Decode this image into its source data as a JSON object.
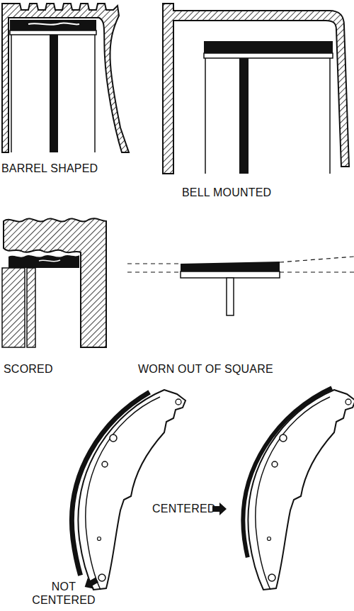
{
  "diagram": {
    "labels": [
      "BARREL SHAPED",
      "BELL MOUNTED",
      "SCORED",
      "WORN OUT OF SQUARE",
      "CENTERED",
      "NOT CENTERED"
    ]
  }
}
